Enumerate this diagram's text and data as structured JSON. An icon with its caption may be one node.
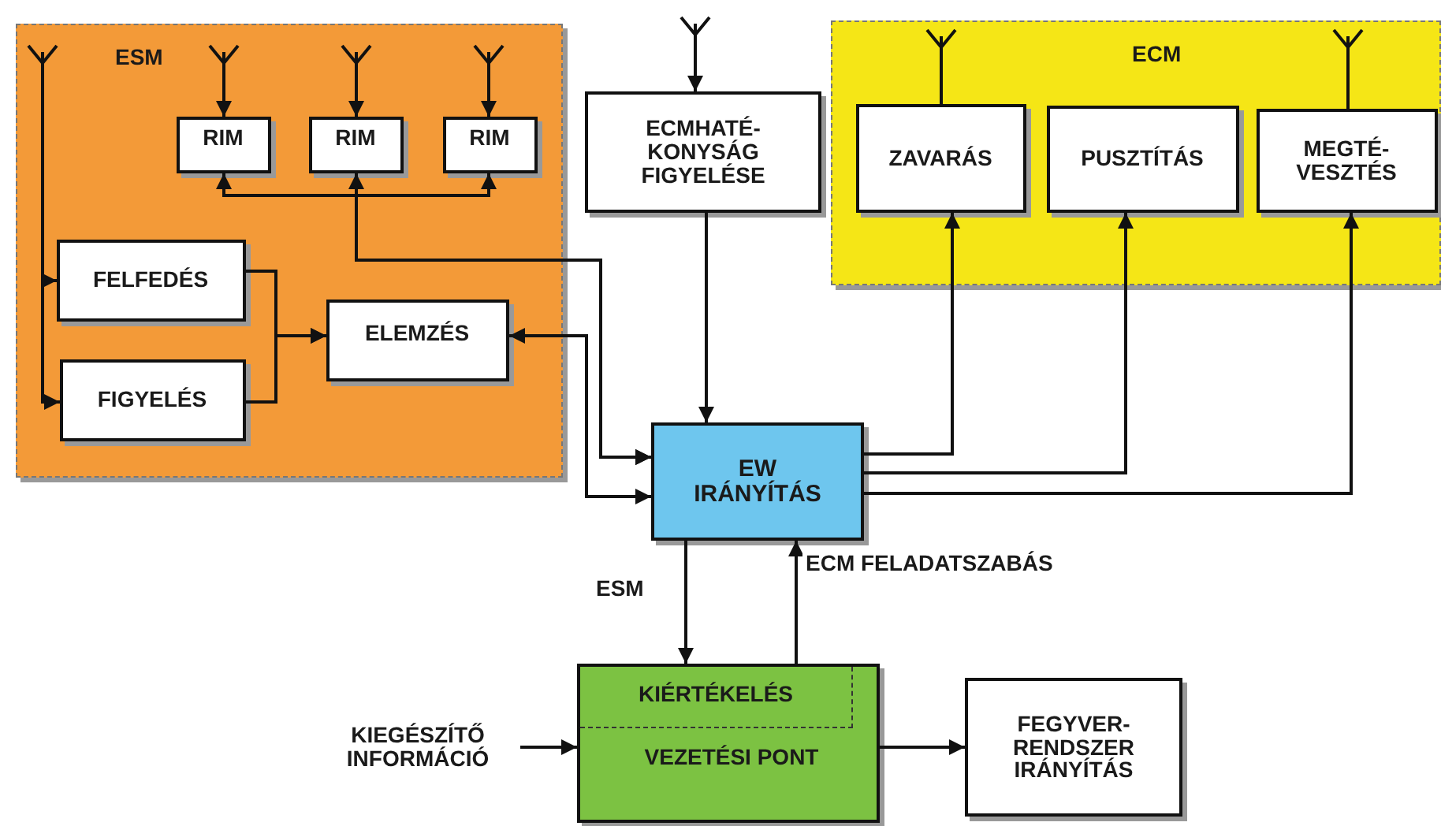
{
  "diagram": {
    "nodes": [
      {
        "text": [
          "ESM"
        ]
      },
      {
        "text": [],
        "shape": "picture",
        "in": 0
      },
      {
        "text": [],
        "shape": "picture",
        "in": 0
      },
      {
        "text": [],
        "shape": "picture",
        "in": 0
      },
      {
        "text": [],
        "shape": "picture",
        "in": 0
      },
      {
        "text": [
          "RIM"
        ],
        "in": 0
      },
      {
        "text": [
          "RIM"
        ],
        "in": 0
      },
      {
        "text": [
          "RIM"
        ],
        "in": 0
      },
      {
        "text": [
          "FELFEDÉS"
        ],
        "in": 0
      },
      {
        "text": [
          "FIGYELÉS"
        ],
        "in": 0
      },
      {
        "text": [
          "ELEMZÉS"
        ],
        "in": 0
      },
      {
        "text": [],
        "shape": "picture"
      },
      {
        "text": [
          "ECMHATÉ- KONYSÁG FIGYELÉSE"
        ]
      },
      {
        "text": [
          "ECM"
        ]
      },
      {
        "text": [],
        "shape": "picture",
        "in": 13
      },
      {
        "text": [],
        "shape": "picture",
        "in": 13
      },
      {
        "text": [
          "ZAVARÁS"
        ],
        "in": 13
      },
      {
        "text": [
          "PUSZTÍTÁS"
        ],
        "in": 13
      },
      {
        "text": [
          "MEGTÉ- VESZTÉS"
        ],
        "in": 13
      },
      {
        "text": [
          "EW IRÁNYÍTÁS"
        ]
      },
      {
        "text": [
          "KIEGÉSZÍTŐ INFORMÁCIÓ"
        ]
      },
      {
        "text": [
          "KIÉRTÉKELÉS",
          "VEZETÉSI PONT"
        ]
      },
      {
        "text": [
          "FEGYVER- RENDSZER IRÁNYÍTÁS"
        ]
      }
    ],
    "edges": [
      {
        "from": 1,
        "to": 8,
        "arrow": "to"
      },
      {
        "from": 1,
        "to": 9,
        "arrow": "to"
      },
      {
        "from": 2,
        "to": 5,
        "arrow": "to"
      },
      {
        "from": 3,
        "to": 6,
        "arrow": "to"
      },
      {
        "from": 4,
        "to": 7,
        "arrow": "to"
      },
      {
        "from": 5,
        "to": 19,
        "arrow": "both"
      },
      {
        "from": 6,
        "to": 19,
        "arrow": "both"
      },
      {
        "from": 7,
        "to": 19,
        "arrow": "both"
      },
      {
        "from": 8,
        "to": 10,
        "arrow": "to"
      },
      {
        "from": 9,
        "to": 10,
        "arrow": "to"
      },
      {
        "from": 19,
        "to": 10,
        "arrow": "both"
      },
      {
        "from": 11,
        "to": 12,
        "arrow": "to"
      },
      {
        "from": 12,
        "to": 19,
        "arrow": "to"
      },
      {
        "from": 19,
        "to": 16,
        "arrow": "to"
      },
      {
        "from": 19,
        "to": 17,
        "arrow": "to"
      },
      {
        "from": 19,
        "to": 18,
        "arrow": "to"
      },
      {
        "from": 14,
        "to": 16,
        "arrow": "none"
      },
      {
        "from": 15,
        "to": 18,
        "arrow": "none"
      },
      {
        "from": 19,
        "to": 21,
        "arrow": "to",
        "label": "ESM"
      },
      {
        "from": 21,
        "to": 19,
        "arrow": "to",
        "label": "ECM FELADATSZABÁS"
      },
      {
        "from": 20,
        "to": 21,
        "arrow": "to"
      },
      {
        "from": 21,
        "to": 22,
        "arrow": "to"
      }
    ]
  }
}
